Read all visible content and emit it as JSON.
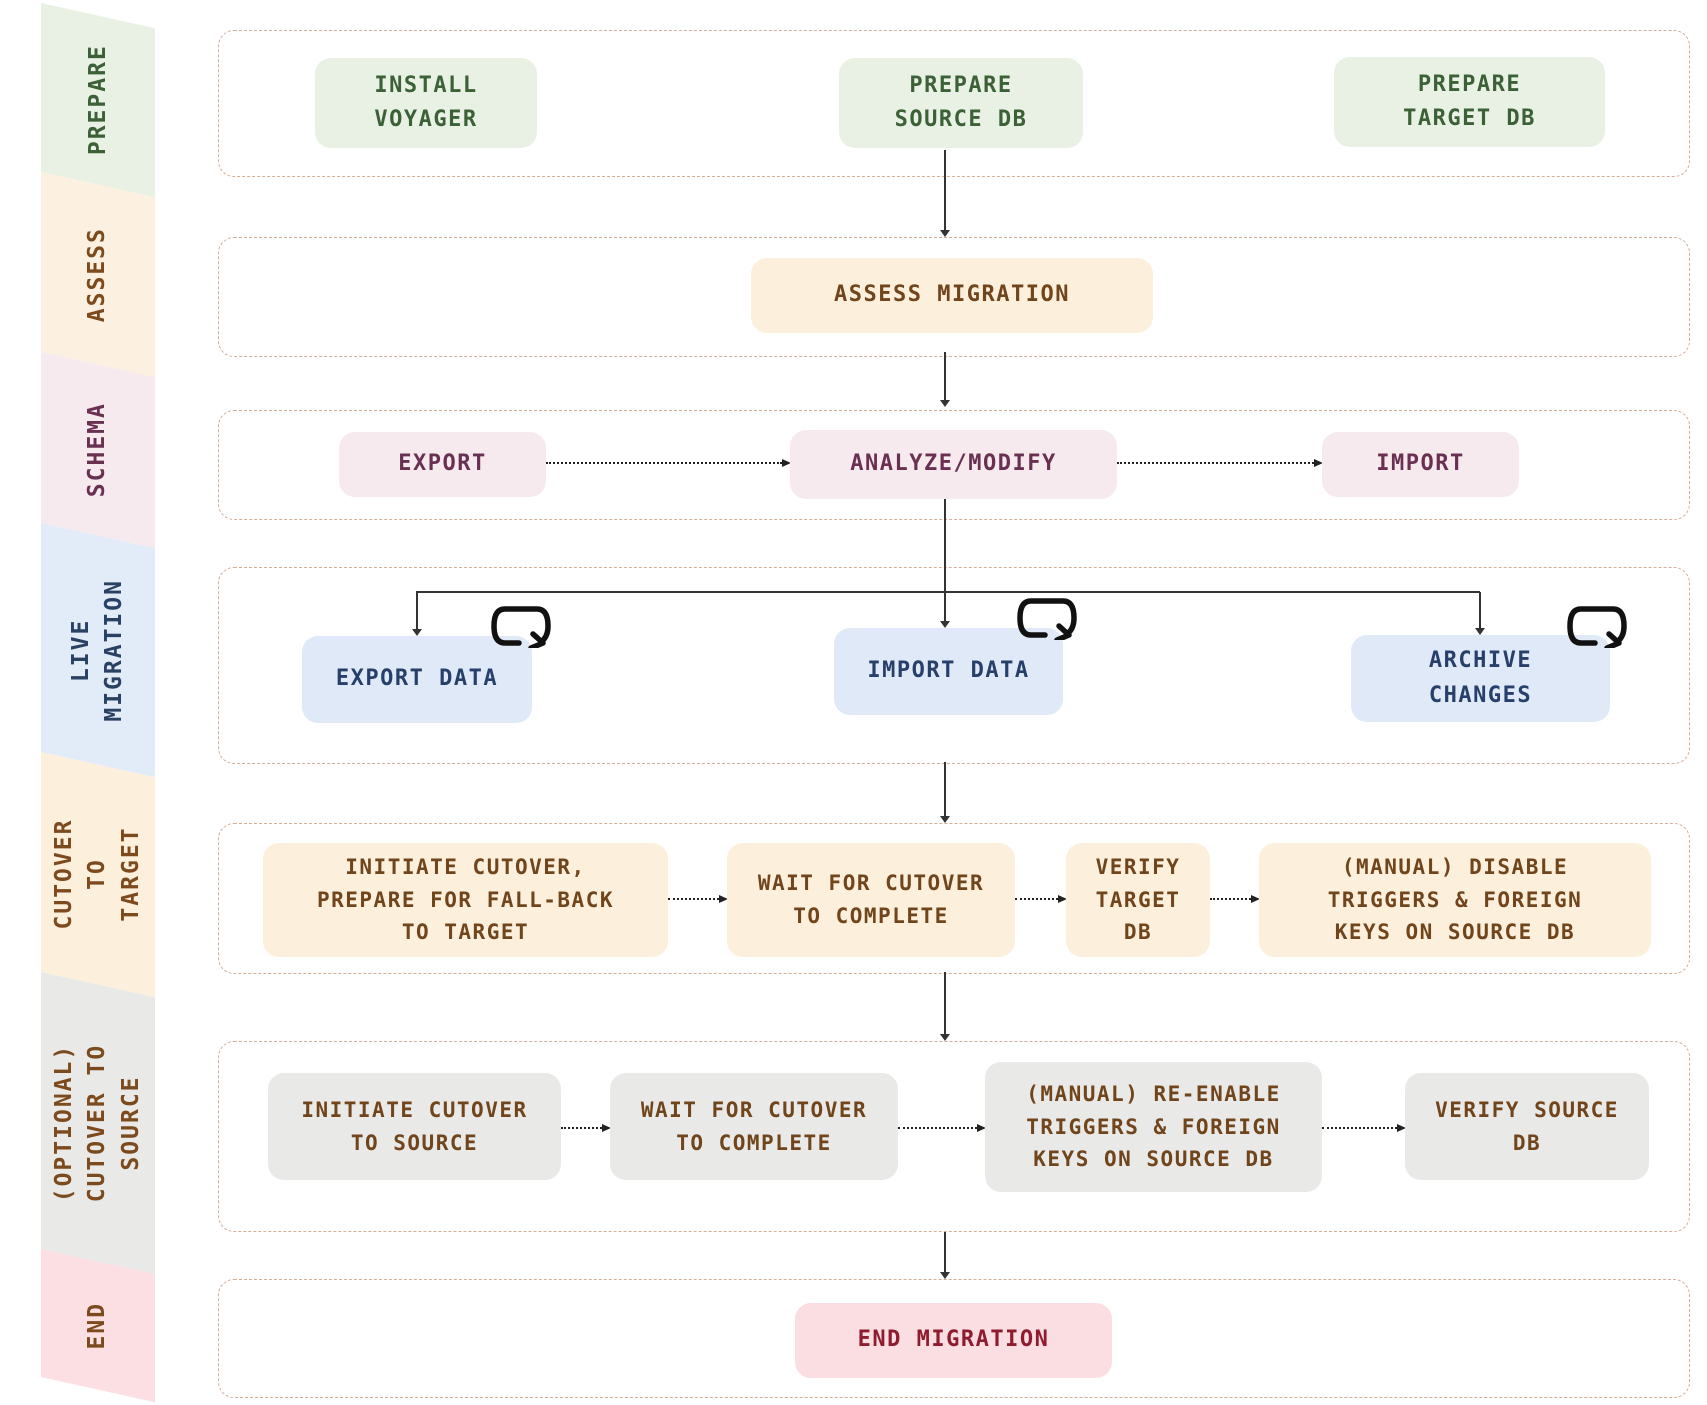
{
  "title": "Database migration workflow",
  "colors": {
    "container_border": "#d3ae97",
    "prepare_bg": "#e8f1e4",
    "prepare_text": "#3c6137",
    "assess_bg": "#fcefdc",
    "assess_text": "#71451c",
    "schema_bg": "#f7eaee",
    "schema_text": "#693051",
    "live_bg": "#dfe9f7",
    "live_text": "#27406b",
    "cutover_source_bg": "#e9e9e7",
    "end_bg": "#fbdee1",
    "end_text": "#8f1c2e",
    "connector": "#333333"
  },
  "icons": {
    "loop": "loop-arrow-icon"
  },
  "sidebar": {
    "bands": [
      {
        "label": "PREPARE"
      },
      {
        "label": "ASSESS"
      },
      {
        "label": "SCHEMA"
      },
      {
        "label": "LIVE\nMIGRATION"
      },
      {
        "label": "CUTOVER TO\nTARGET"
      },
      {
        "label": "(OPTIONAL)\nCUTOVER TO\nSOURCE"
      },
      {
        "label": "END"
      }
    ]
  },
  "sections": [
    {
      "name": "prepare",
      "boxes": [
        {
          "label": "INSTALL\nVOYAGER"
        },
        {
          "label": "PREPARE\nSOURCE DB"
        },
        {
          "label": "PREPARE\nTARGET DB"
        }
      ]
    },
    {
      "name": "assess",
      "boxes": [
        {
          "label": "ASSESS MIGRATION"
        }
      ]
    },
    {
      "name": "schema",
      "boxes": [
        {
          "label": "EXPORT"
        },
        {
          "label": "ANALYZE/MODIFY"
        },
        {
          "label": "IMPORT"
        }
      ]
    },
    {
      "name": "live-migration",
      "boxes": [
        {
          "label": "EXPORT DATA",
          "icon": "loop-arrow-icon"
        },
        {
          "label": "IMPORT DATA",
          "icon": "loop-arrow-icon"
        },
        {
          "label": "ARCHIVE\nCHANGES",
          "icon": "loop-arrow-icon"
        }
      ]
    },
    {
      "name": "cutover-to-target",
      "boxes": [
        {
          "label": "INITIATE CUTOVER,\nPREPARE FOR FALL-BACK\nTO TARGET"
        },
        {
          "label": "WAIT FOR CUTOVER\nTO COMPLETE"
        },
        {
          "label": "VERIFY\nTARGET\nDB"
        },
        {
          "label": "(MANUAL) DISABLE\nTRIGGERS & FOREIGN\nKEYS ON SOURCE DB"
        }
      ]
    },
    {
      "name": "cutover-to-source",
      "boxes": [
        {
          "label": "INITIATE CUTOVER\nTO SOURCE"
        },
        {
          "label": "WAIT FOR CUTOVER\nTO COMPLETE"
        },
        {
          "label": "(MANUAL) RE-ENABLE\nTRIGGERS & FOREIGN\nKEYS ON SOURCE DB"
        },
        {
          "label": "VERIFY SOURCE\nDB"
        }
      ]
    },
    {
      "name": "end",
      "boxes": [
        {
          "label": "END MIGRATION"
        }
      ]
    }
  ]
}
